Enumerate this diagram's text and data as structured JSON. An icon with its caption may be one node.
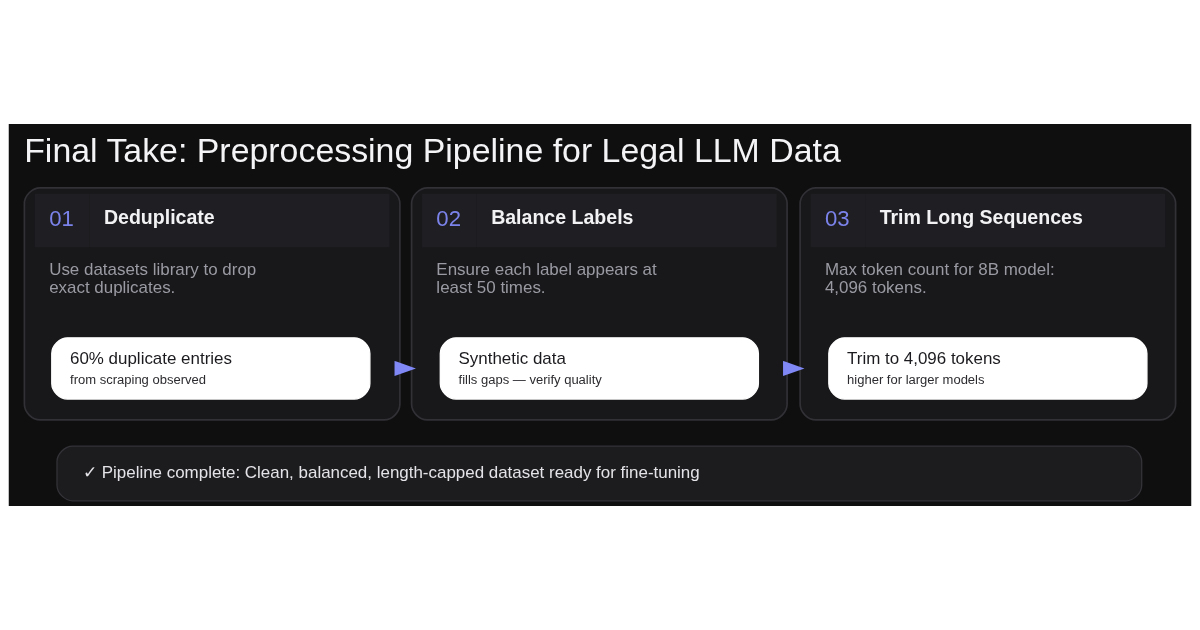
{
  "diagram": {
    "title": "Final Take: Preprocessing Pipeline for Legal LLM Data",
    "nodes": [
      {
        "text": [
          "01",
          "Deduplicate",
          "Use datasets library to drop exact duplicates."
        ]
      },
      {
        "text": [
          "60% duplicate entries",
          "from scraping observed"
        ],
        "in": 0
      },
      {
        "text": [
          "02",
          "Balance Labels",
          "Ensure each label appears at least 50 times."
        ]
      },
      {
        "text": [
          "Synthetic data",
          "fills gaps — verify quality"
        ],
        "in": 2
      },
      {
        "text": [
          "03",
          "Trim Long Sequences",
          "Max token count for 8B model: 4,096 tokens."
        ]
      },
      {
        "text": [
          "Trim to 4,096 tokens",
          "higher for larger models"
        ],
        "in": 4
      },
      {
        "text": [
          "✓ Pipeline complete: Clean, balanced, length-capped dataset ready for fine-tuning"
        ]
      }
    ],
    "edges": [
      {
        "from": 0,
        "to": 2,
        "arrow": "to"
      },
      {
        "from": 2,
        "to": 4,
        "arrow": "to"
      }
    ]
  }
}
